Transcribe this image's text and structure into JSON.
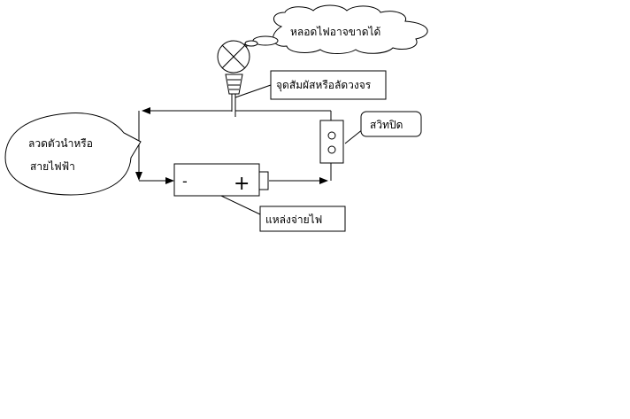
{
  "labels": {
    "bulb_note": "หลอดไฟอาจขาดได้",
    "contact_point": "จุดสัมผัสหรือลัดวงจร",
    "switch_off": "สวิทปิด",
    "wire_line1": "ลวดตัวนำหรือ",
    "wire_line2": "สายไฟฟ้า",
    "power_source": "แหล่งจ่ายไฟ"
  },
  "battery": {
    "minus": "-",
    "plus": "+"
  }
}
